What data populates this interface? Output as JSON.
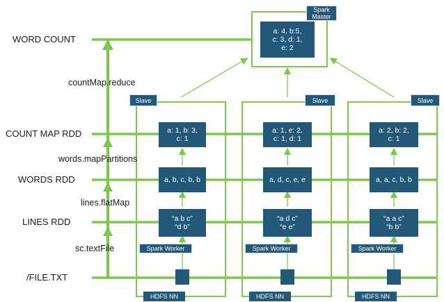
{
  "labels": {
    "word_count": "WORD COUNT",
    "count_map_rdd": "COUNT MAP RDD",
    "words_rdd": "WORDS RDD",
    "lines_rdd": "LINES RDD",
    "file_txt": "/FILE.TXT",
    "reduce_op": "countMap.reduce",
    "map_partitions_op": "words.mapPartitions",
    "flatmap_op": "lines.flatMap",
    "textfile_op": "sc.textFile"
  },
  "master": {
    "tag": "Spark\nMaster",
    "result": "a: 4, b:5,\nc: 3, d: 1,\ne: 2"
  },
  "slaves": [
    {
      "tag": "Slave",
      "count_map": "a: 1, b: 3,\nc: 1",
      "words": "a, b, c, b, b",
      "lines": "“a b c”\n“d b”",
      "worker": "Spark Worker",
      "hdfs": "HDFS NN"
    },
    {
      "tag": "Slave",
      "count_map": "a: 1, e: 2,\nc: 1, d: 1",
      "words": "a, d, c, e, e",
      "lines": "“a d c”\n“e e”",
      "worker": "Spark Worker",
      "hdfs": "HDFS NN"
    },
    {
      "tag": "Slave",
      "count_map": "a: 2, b: 2,\nc: 1",
      "words": "a, a, c, b, b",
      "lines": "“a a c”\n“b b”",
      "worker": "Spark Worker",
      "hdfs": "HDFS NN"
    }
  ],
  "colors": {
    "green": "#7cc84a",
    "node": "#245878"
  }
}
